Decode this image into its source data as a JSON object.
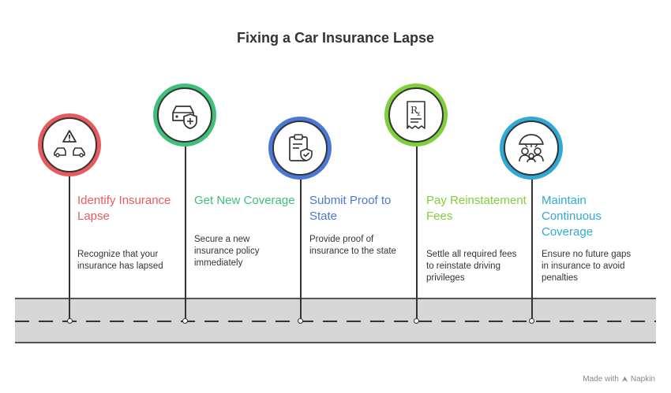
{
  "title": "Fixing a Car Insurance Lapse",
  "steps": [
    {
      "title": "Identify Insurance Lapse",
      "description": "Recognize that your insurance has lapsed",
      "icon": "car-warning-icon",
      "color": "#e85b5b"
    },
    {
      "title": "Get New Coverage",
      "description": "Secure a new insurance policy immediately",
      "icon": "car-shield-icon",
      "color": "#3fbf7a"
    },
    {
      "title": "Submit Proof to State",
      "description": "Provide proof of insurance to the state",
      "icon": "clipboard-shield-icon",
      "color": "#4a78d6"
    },
    {
      "title": "Pay Reinstatement Fees",
      "description": "Settle all required fees to reinstate driving privileges",
      "icon": "prescription-receipt-icon",
      "color": "#7fcf3a"
    },
    {
      "title": "Maintain Continuous Coverage",
      "description": "Ensure no future gaps in insurance to avoid penalties",
      "icon": "family-umbrella-icon",
      "color": "#2fa9d6"
    }
  ],
  "footer": {
    "made_with": "Made with",
    "brand": "Napkin"
  }
}
